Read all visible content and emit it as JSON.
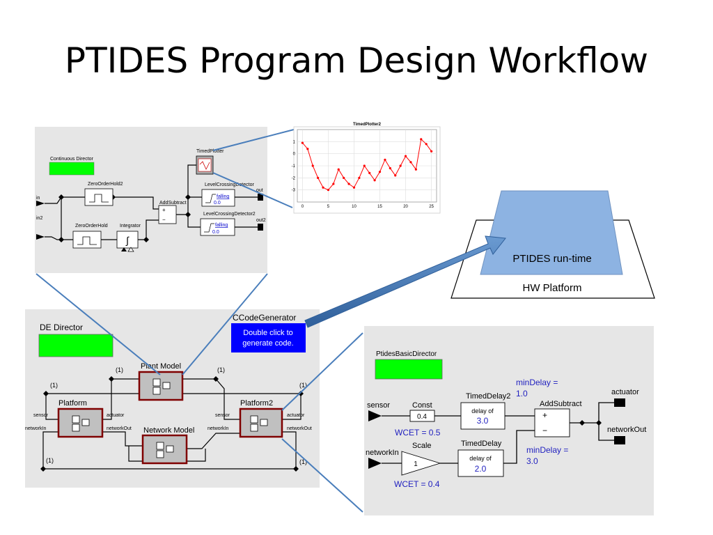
{
  "title": "PTIDES Program Design Workflow",
  "colors": {
    "panel": "#e6e6e6",
    "director": "#00ff00",
    "hw_box": "#8db3e2",
    "arrow": "#4a7ebb",
    "codegen": "#0000ff",
    "actor_border": "#7f0000",
    "blue_label": "#1f1fbf"
  },
  "plant_panel": {
    "director": "Continuous Director",
    "ports": {
      "in": "in",
      "in2": "in2",
      "out": "out",
      "out2": "out2"
    },
    "actors": {
      "zoh2": "ZeroOrderHold2",
      "zoh": "ZeroOrderHold",
      "integrator": "Integrator",
      "add": "AddSubtract",
      "plotter": "TimedPlotter",
      "lcd": "LevelCrossingDetector",
      "lcd2": "LevelCrossingDetector2",
      "falling": "falling",
      "zero": "0.0",
      "plus": "+",
      "minus": "−",
      "integral": "∫"
    }
  },
  "chart_data": {
    "type": "line",
    "title": "TimedPlotter2",
    "xlim": [
      -1,
      26
    ],
    "ylim": [
      -4,
      2
    ],
    "x_ticks": [
      0,
      5,
      10,
      15,
      20,
      25
    ],
    "y_ticks": [
      1,
      0,
      -1,
      -2,
      -3
    ],
    "grid": true,
    "series": [
      {
        "color": "#ff0000",
        "x": [
          0,
          1,
          2,
          3,
          4,
          5,
          6,
          7,
          8,
          9,
          10,
          11,
          12,
          13,
          14,
          15,
          16,
          17,
          18,
          19,
          20,
          21,
          22,
          23,
          24,
          25
        ],
        "y": [
          0.9,
          0.4,
          -1.0,
          -2.0,
          -2.8,
          -3.0,
          -2.5,
          -1.3,
          -2.0,
          -2.5,
          -2.8,
          -2.0,
          -1.0,
          -1.6,
          -2.2,
          -1.5,
          -0.5,
          -1.2,
          -1.8,
          -1.0,
          -0.2,
          -0.7,
          -1.3,
          1.2,
          0.8,
          0.2
        ]
      }
    ]
  },
  "de_panel": {
    "director": "DE Director",
    "codegen_title": "CCodeGenerator",
    "codegen_text": [
      "Double click to",
      "generate code."
    ],
    "plant_model": "Plant Model",
    "platform": "Platform",
    "platform2": "Platform2",
    "network_model": "Network Model",
    "one": "(1)",
    "sensor": "sensor",
    "actuator": "actuator",
    "networkIn": "networkIn",
    "networkOut": "networkOut"
  },
  "hw": {
    "runtime": "PTIDES run-time",
    "platform": "HW Platform"
  },
  "ptides_panel": {
    "director": "PtidesBasicDirector",
    "sensor": "sensor",
    "networkIn": "networkIn",
    "const_title": "Const",
    "const_value": "0.4",
    "wcet1": "WCET = 0.5",
    "scale_title": "Scale",
    "scale_value": "1",
    "wcet2": "WCET = 0.4",
    "delay2_title": "TimedDelay2",
    "delay2_text": "delay of",
    "delay2_value": "3.0",
    "delay_title": "TimedDelay",
    "delay_text": "delay of",
    "delay_value": "2.0",
    "mindelay1_a": "minDelay =",
    "mindelay1_b": "1.0",
    "mindelay2_a": "minDelay =",
    "mindelay2_b": "3.0",
    "add_title": "AddSubtract",
    "plus": "+",
    "minus": "−",
    "actuator": "actuator",
    "networkOut": "networkOut"
  }
}
